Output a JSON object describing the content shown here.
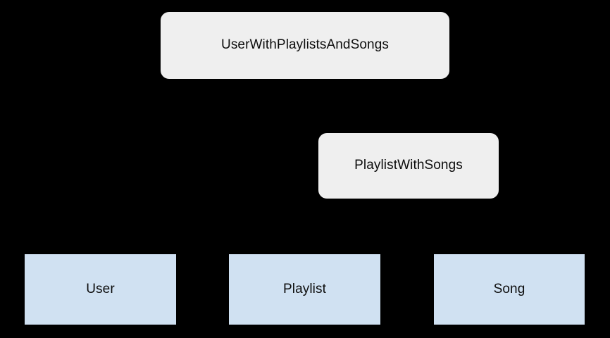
{
  "diagram": {
    "title": "UserWithPlaylistsAndSongs relation diagram",
    "background_color": "#000000",
    "relation_fill": "#efefef",
    "entity_fill": "#d0e1f2",
    "text_color": "#0d0d0d",
    "edge_color": "#000000",
    "nodes": [
      {
        "id": "user-with-playlists-and-songs",
        "label": "UserWithPlaylistsAndSongs",
        "shape": "rounded-rectangle",
        "kind": "relation"
      },
      {
        "id": "playlist-with-songs",
        "label": "PlaylistWithSongs",
        "shape": "rounded-rectangle",
        "kind": "relation"
      },
      {
        "id": "user",
        "label": "User",
        "shape": "rectangle",
        "kind": "entity"
      },
      {
        "id": "playlist",
        "label": "Playlist",
        "shape": "rectangle",
        "kind": "entity"
      },
      {
        "id": "song",
        "label": "Song",
        "shape": "rectangle",
        "kind": "entity"
      }
    ],
    "edges": [
      {
        "from": "user-with-playlists-and-songs",
        "to": "user"
      },
      {
        "from": "user-with-playlists-and-songs",
        "to": "playlist-with-songs"
      },
      {
        "from": "playlist-with-songs",
        "to": "playlist"
      },
      {
        "from": "playlist-with-songs",
        "to": "song"
      }
    ]
  }
}
